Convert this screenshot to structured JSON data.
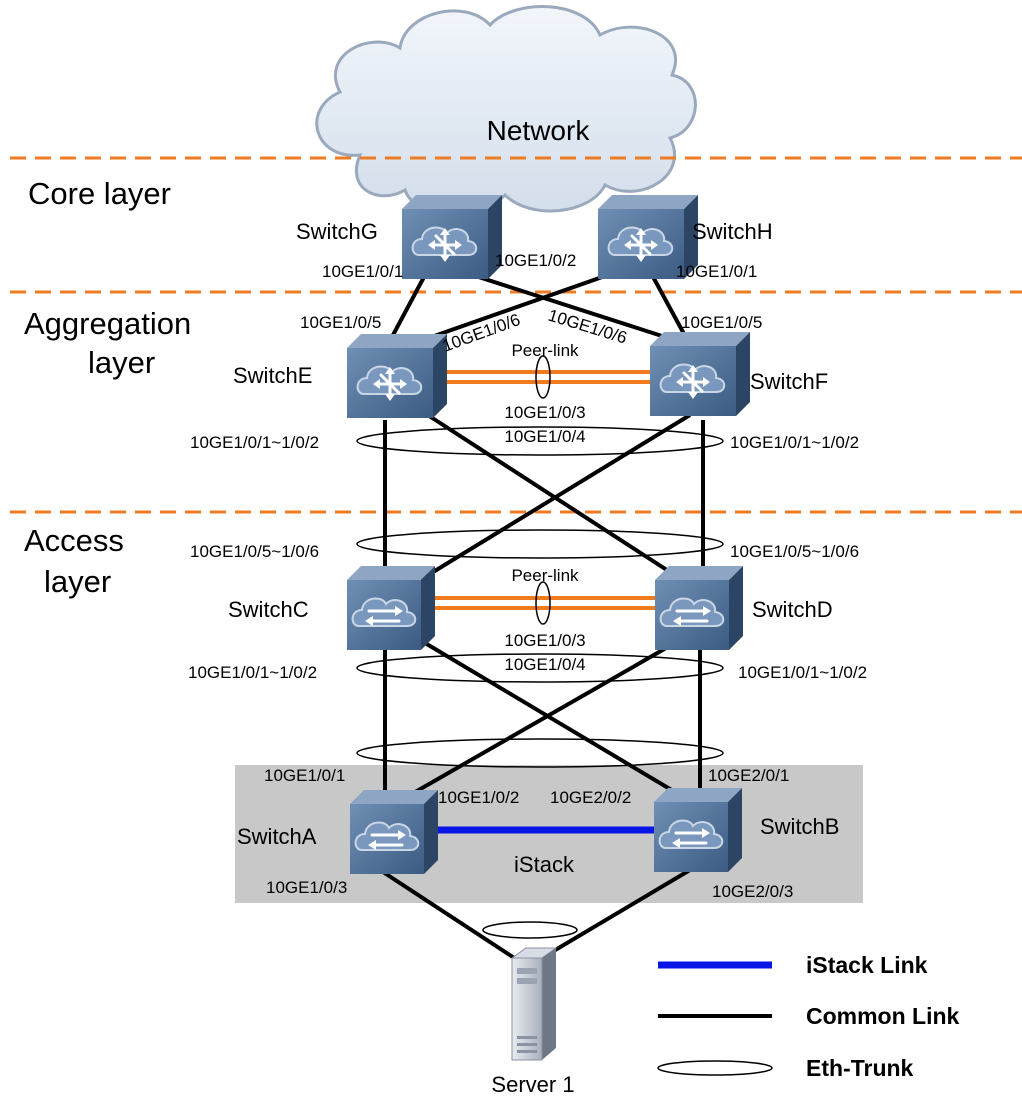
{
  "network": {
    "label": "Network"
  },
  "layers": {
    "core": [
      "Core layer"
    ],
    "aggregation": [
      "Aggregation",
      "layer"
    ],
    "access": [
      "Access",
      "layer"
    ]
  },
  "switches": {
    "g": "SwitchG",
    "h": "SwitchH",
    "e": "SwitchE",
    "f": "SwitchF",
    "c": "SwitchC",
    "d": "SwitchD",
    "a": "SwitchA",
    "b": "SwitchB"
  },
  "server": {
    "label": "Server 1"
  },
  "ports": {
    "g_1": "10GE1/0/1",
    "g_2": "10GE1/0/2",
    "h_1": "10GE1/0/1",
    "e_5": "10GE1/0/5",
    "e_6": "10GE1/0/6",
    "f_6": "10GE1/0/6",
    "f_5": "10GE1/0/5",
    "ef_3": "10GE1/0/3",
    "ef_4": "10GE1/0/4",
    "e_down": "10GE1/0/1~1/0/2",
    "f_down": "10GE1/0/1~1/0/2",
    "c_up": "10GE1/0/5~1/0/6",
    "d_up": "10GE1/0/5~1/0/6",
    "cd_3": "10GE1/0/3",
    "cd_4": "10GE1/0/4",
    "c_down": "10GE1/0/1~1/0/2",
    "d_down": "10GE1/0/1~1/0/2",
    "a_1": "10GE1/0/1",
    "a_2": "10GE1/0/2",
    "b_2": "10GE2/0/2",
    "b_1": "10GE2/0/1",
    "a_3": "10GE1/0/3",
    "b_3": "10GE2/0/3"
  },
  "peer_link": {
    "label": "Peer-link"
  },
  "istack": {
    "label": "iStack"
  },
  "legend": {
    "istack_link": "iStack Link",
    "common_link": "Common Link",
    "eth_trunk": "Eth-Trunk"
  },
  "colors": {
    "layer_divider": "#ef7b22",
    "peer_link": "#f07a1e",
    "istack_link": "#0a16e6",
    "common_link": "#000000",
    "stack_area": "#c8c8c8",
    "cloud": "#e4ecf6",
    "switch_face": "#3d5f86"
  },
  "icons": {
    "router": "router-arrows-icon",
    "switch": "switch-arrows-icon",
    "server": "tower-server-icon",
    "cloud": "cloud-icon"
  }
}
